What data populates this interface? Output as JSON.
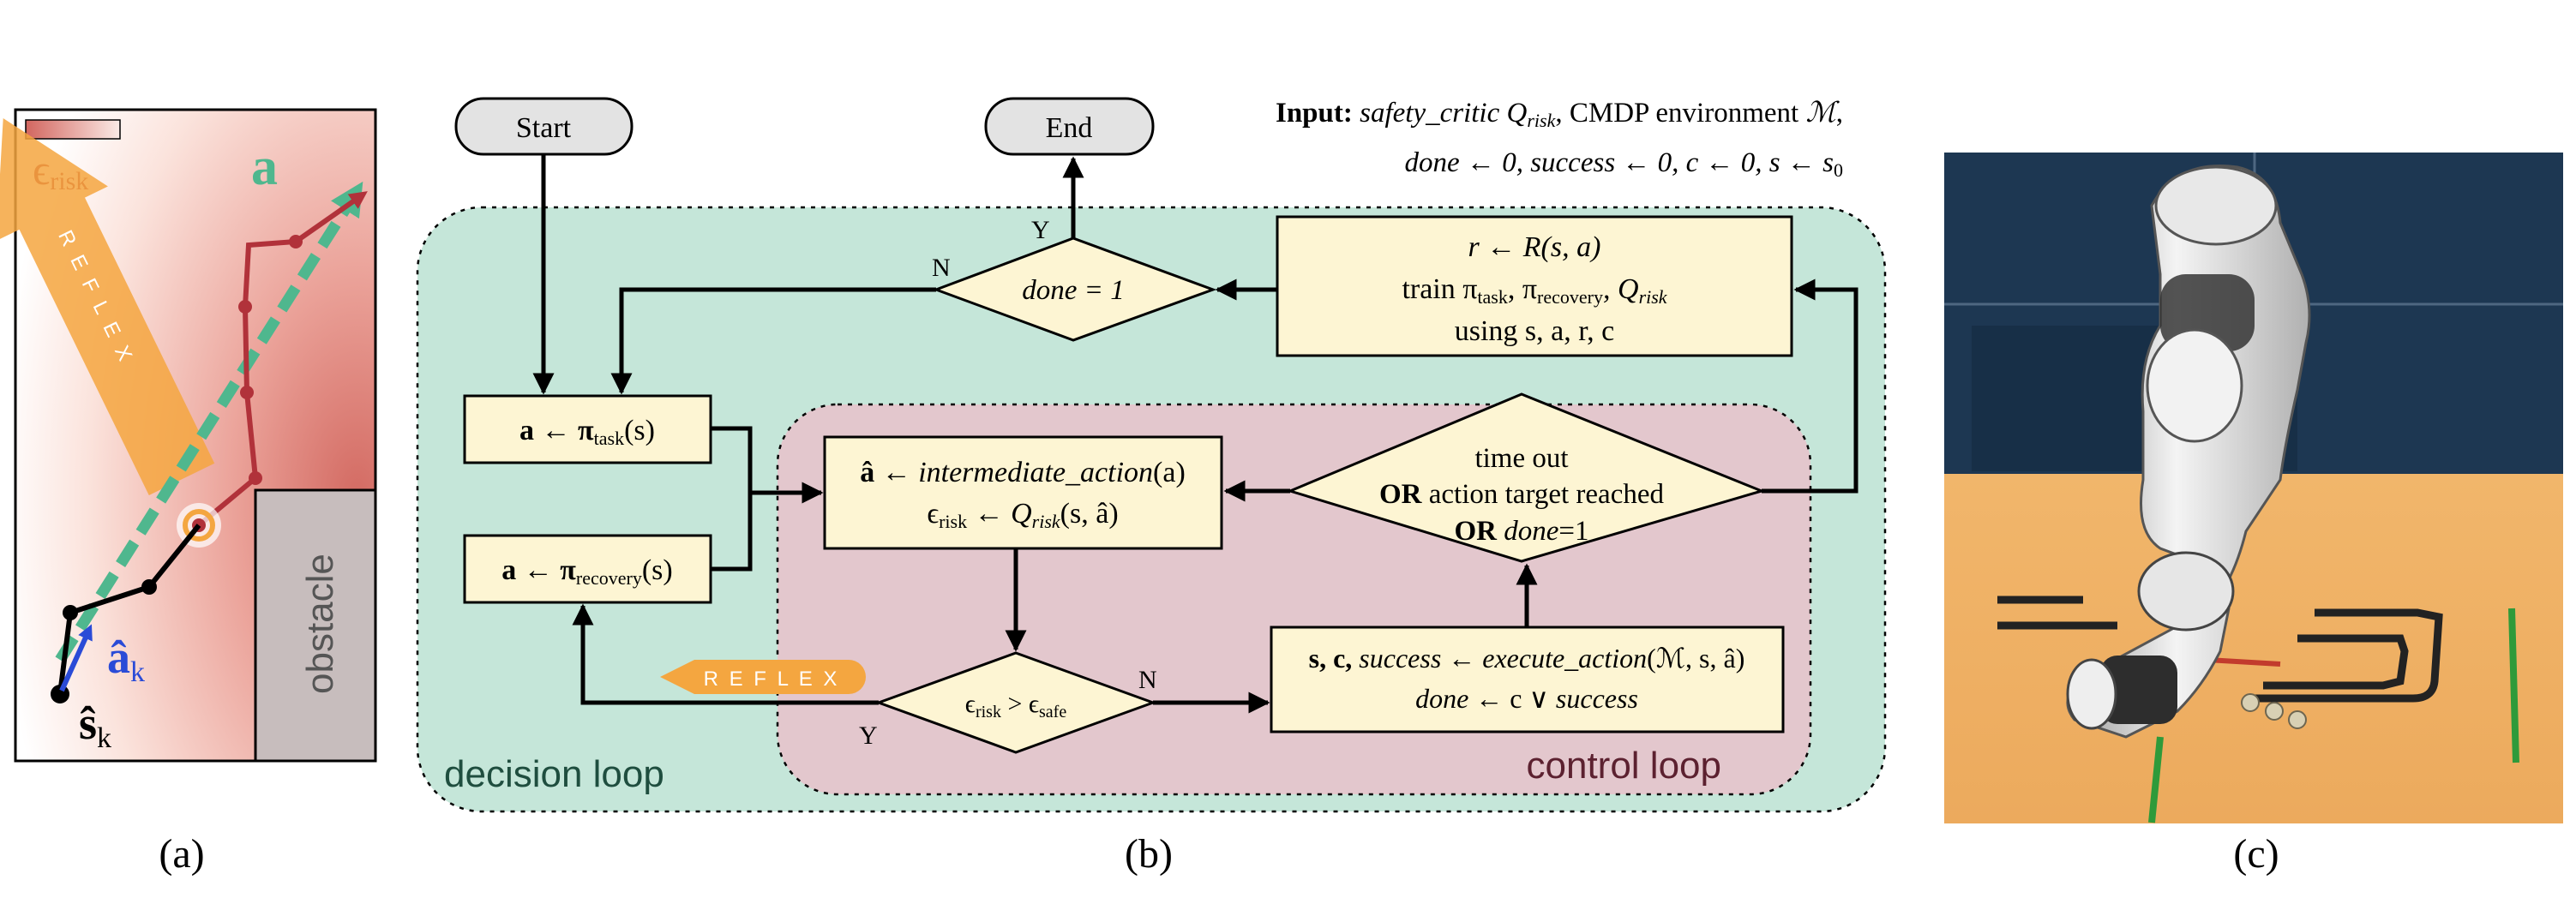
{
  "panel_a": {
    "caption": "(a)",
    "risk_label": "ϵ",
    "risk_sub": "risk",
    "action_label": "a",
    "reflex_text": "R E F L E X",
    "obstacle_label": "obstacle",
    "a_hat_label": "â",
    "a_hat_sub": "k",
    "s_hat_label": "ŝ",
    "s_hat_sub": "k"
  },
  "panel_b": {
    "caption": "(b)",
    "input": {
      "lead": "Input:",
      "critic_name": "safety_critic",
      "critic_q": "Q",
      "critic_sub": "risk",
      "rest1": ", CMDP environment ",
      "env": "ℳ",
      "rest1_end": ",",
      "line2": "done ← 0, success ← 0, c ← 0, s ← s",
      "line2_sub": "0"
    },
    "start": "Start",
    "end": "End",
    "done_check": "done = 1",
    "done_n": "N",
    "done_y": "Y",
    "train": {
      "l1": "r ← R(s, a)",
      "l2_a": "train π",
      "l2_sub1": "task",
      "l2_b": ", π",
      "l2_sub2": "recovery",
      "l2_c": ", Q",
      "l2_sub3": "risk",
      "l3": "using s, a, r, c"
    },
    "task_policy": {
      "main": "a ← π",
      "sub": "task",
      "tail": "(s)"
    },
    "recovery_policy": {
      "main": "a ← π",
      "sub": "recovery",
      "tail": "(s)"
    },
    "intermediate": {
      "l1_a": "â ← ",
      "l1_b": "intermediate_action",
      "l1_c": "(a)",
      "l2_a": "ϵ",
      "l2_sub": "risk",
      "l2_b": " ← Q",
      "l2_sub2": "risk",
      "l2_c": "(s, â)"
    },
    "timeout": {
      "l1": "time out",
      "l2_a": "OR",
      "l2_b": " action target reached",
      "l3_a": "OR",
      "l3_b": " done",
      "l3_c": "=1"
    },
    "risk_check": {
      "a": "ϵ",
      "sub1": "risk",
      "b": " > ϵ",
      "sub2": "safe"
    },
    "risk_y": "Y",
    "risk_n": "N",
    "reflex": "R E F L E X",
    "execute": {
      "l1_a": "s, c, ",
      "l1_b": "success",
      "l1_c": " ← ",
      "l1_d": "execute_action",
      "l1_e": "(ℳ, s, â)",
      "l2_a": "done",
      "l2_b": " ← c ∨ ",
      "l2_c": "success"
    },
    "decision_loop": "decision loop",
    "control_loop": "control loop"
  },
  "panel_c": {
    "caption": "(c)"
  },
  "colors": {
    "decision_bg": "#c5e6d9",
    "control_bg": "#e3c7cd",
    "box_fill": "#fdf5d3",
    "reflex_orange": "#f4a640",
    "risk_red": "#b1323a",
    "action_teal": "#4fb78e",
    "ahat_blue": "#2a4bd7"
  }
}
